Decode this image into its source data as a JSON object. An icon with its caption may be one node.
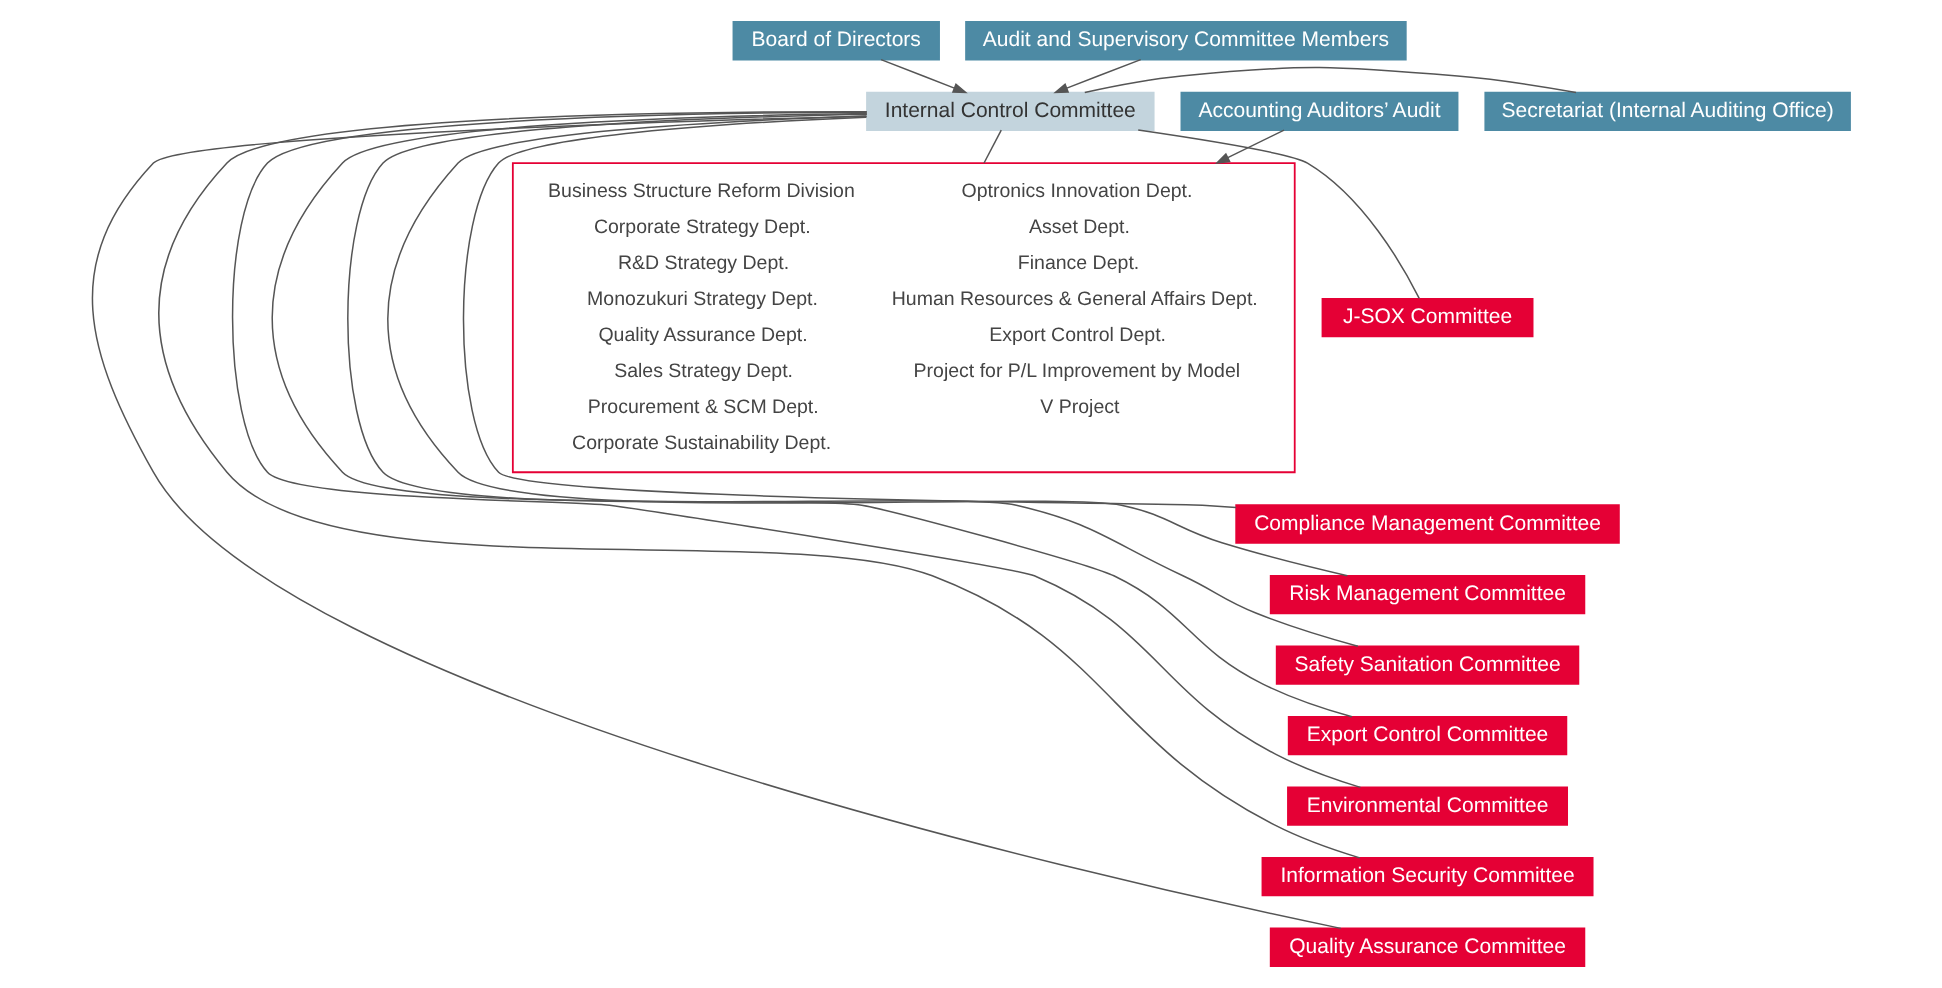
{
  "diagram": {
    "nodes": [
      {
        "text": [
          "Board of Directors"
        ]
      },
      {
        "text": [
          "Audit and Supervisory Committee Members"
        ]
      },
      {
        "text": [
          "Internal Control Committee"
        ]
      },
      {
        "text": [
          "Secretariat (Internal Auditing Office)"
        ]
      },
      {
        "text": [
          "Accounting Auditors’ Audit"
        ]
      },
      {
        "text": [
          "J-SOX Committee"
        ]
      },
      {
        "text": [
          "Compliance Management Committee"
        ]
      },
      {
        "text": [
          "Risk Management Committee"
        ]
      },
      {
        "text": [
          "Safety Sanitation Committee"
        ]
      },
      {
        "text": [
          "Export Control Committee"
        ]
      },
      {
        "text": [
          "Environmental Committee"
        ]
      },
      {
        "text": [
          "Information Security Committee"
        ]
      },
      {
        "text": [
          "Quality Assurance Committee"
        ]
      },
      {
        "text": [
          "Business Structure Reform Division",
          "Corporate Strategy Dept.",
          "R&D Strategy Dept.",
          "Monozukuri Strategy Dept.",
          "Quality Assurance Dept.",
          "Sales Strategy Dept.",
          "Procurement & SCM Dept.",
          "Corporate Sustainability Dept.",
          "Optronics Innovation Dept.",
          "Asset Dept.",
          "Finance Dept.",
          "Human Resources & General Affairs Dept.",
          "Export Control Dept.",
          "Project for P/L Improvement by Model",
          "V Project"
        ]
      }
    ],
    "edges": [
      {
        "from": 0,
        "to": 2,
        "arrow": "to"
      },
      {
        "from": 1,
        "to": 2,
        "arrow": "to"
      },
      {
        "from": 2,
        "to": 3,
        "arrow": "none"
      },
      {
        "from": 4,
        "to": 13,
        "arrow": "to"
      },
      {
        "from": 2,
        "to": 5,
        "arrow": "none"
      },
      {
        "from": 2,
        "to": 6,
        "arrow": "none"
      },
      {
        "from": 2,
        "to": 7,
        "arrow": "none"
      },
      {
        "from": 2,
        "to": 8,
        "arrow": "none"
      },
      {
        "from": 2,
        "to": 9,
        "arrow": "none"
      },
      {
        "from": 2,
        "to": 10,
        "arrow": "none"
      },
      {
        "from": 2,
        "to": 11,
        "arrow": "none"
      },
      {
        "from": 2,
        "to": 12,
        "arrow": "none"
      },
      {
        "from": 2,
        "to": 13,
        "arrow": "none"
      }
    ]
  }
}
